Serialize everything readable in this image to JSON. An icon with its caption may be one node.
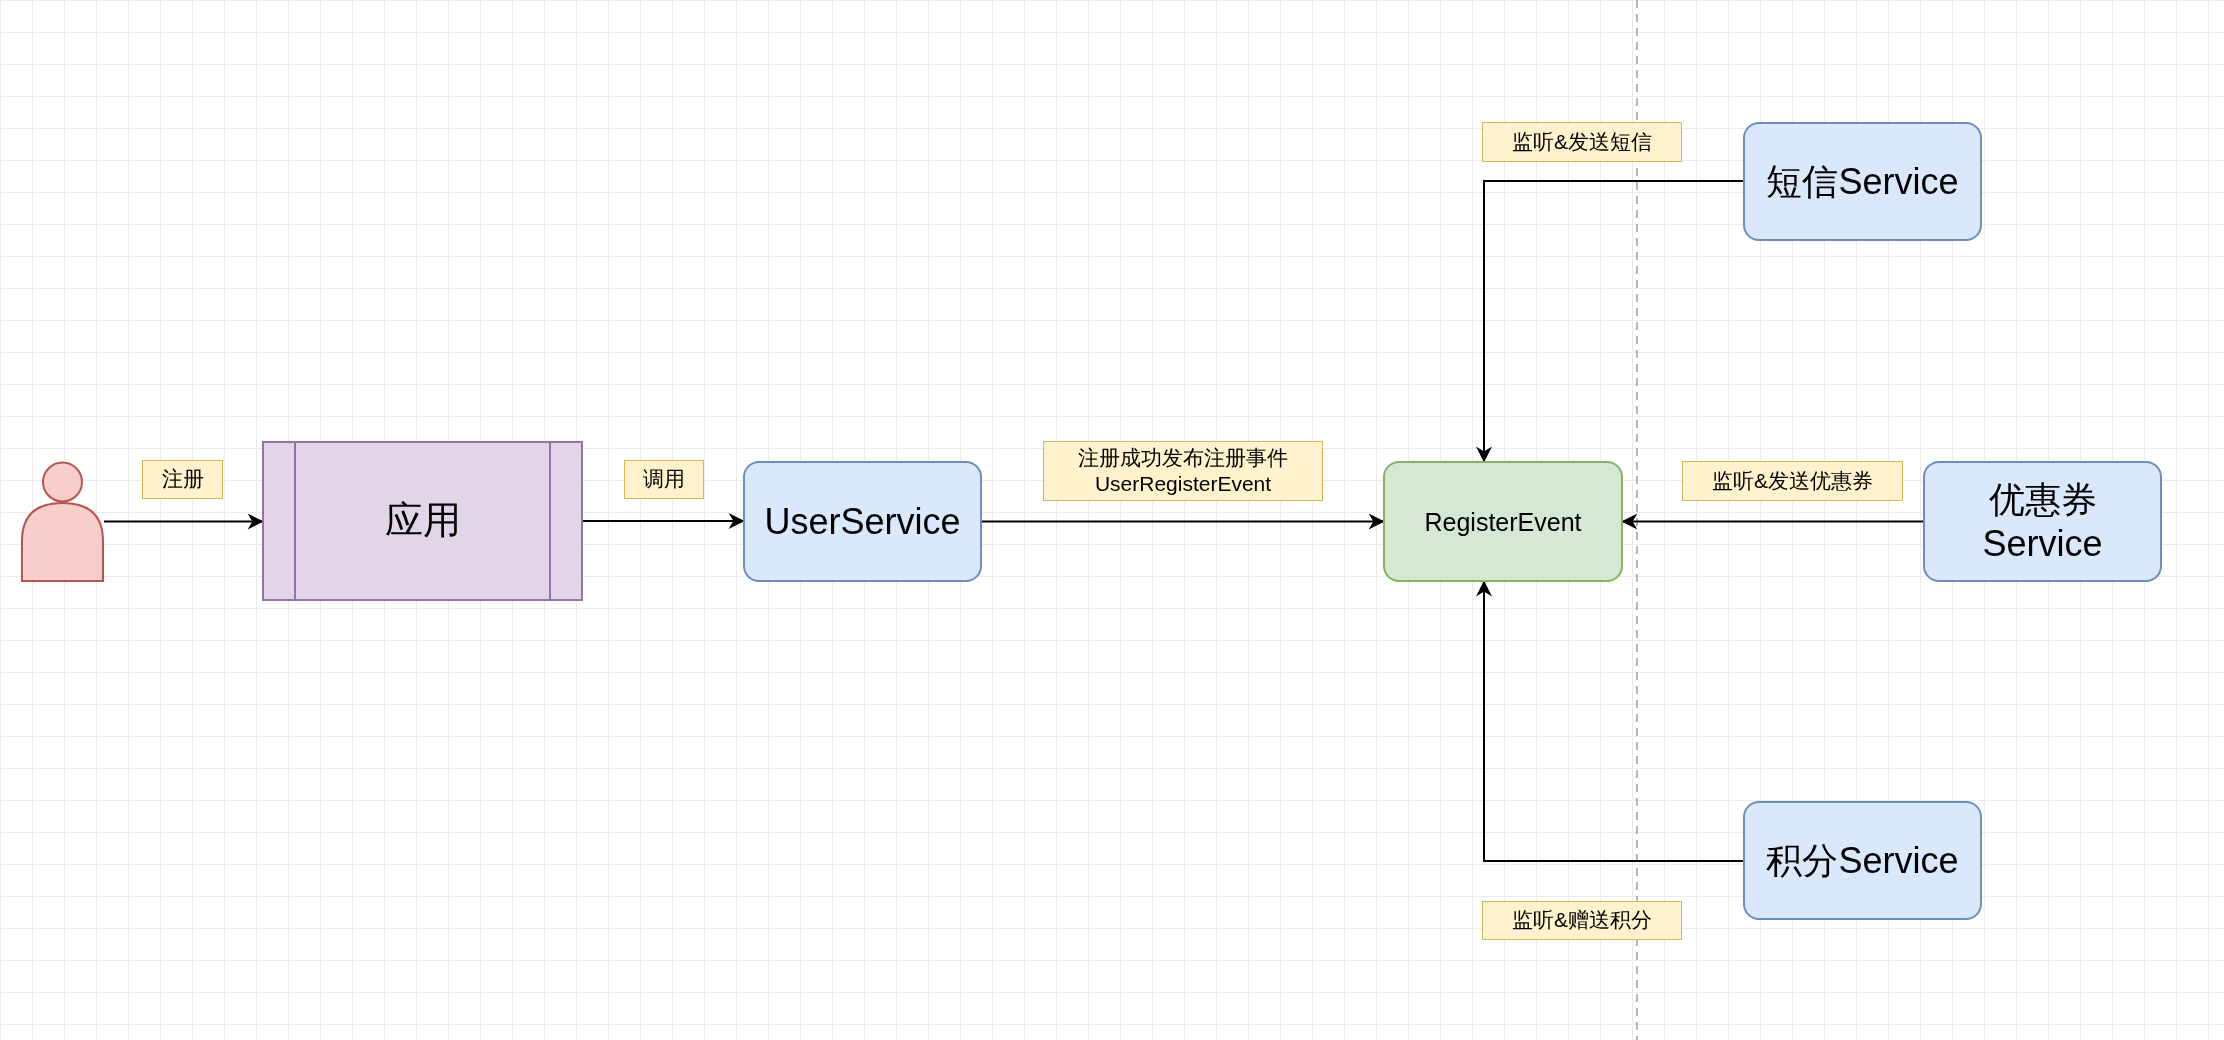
{
  "diagram": {
    "nodes": [
      {
        "text": [],
        "shape": "person"
      },
      {
        "text": [
          "应用"
        ]
      },
      {
        "text": [
          "UserService"
        ]
      },
      {
        "text": [
          "RegisterEvent"
        ]
      },
      {
        "text": [
          "短信Service"
        ]
      },
      {
        "text": [
          "优惠券Service"
        ]
      },
      {
        "text": [
          "积分Service"
        ]
      }
    ],
    "edges": [
      {
        "from": 0,
        "to": 1,
        "arrow": "to",
        "label": "注册"
      },
      {
        "from": 1,
        "to": 2,
        "arrow": "to",
        "label": "调用"
      },
      {
        "from": 2,
        "to": 3,
        "arrow": "to",
        "label": "注册成功发布注册事件 UserRegisterEvent"
      },
      {
        "from": 4,
        "to": 3,
        "arrow": "to",
        "label": "监听&发送短信"
      },
      {
        "from": 5,
        "to": 3,
        "arrow": "to",
        "label": "监听&发送优惠券"
      },
      {
        "from": 6,
        "to": 3,
        "arrow": "to",
        "label": "监听&赠送积分"
      }
    ]
  }
}
